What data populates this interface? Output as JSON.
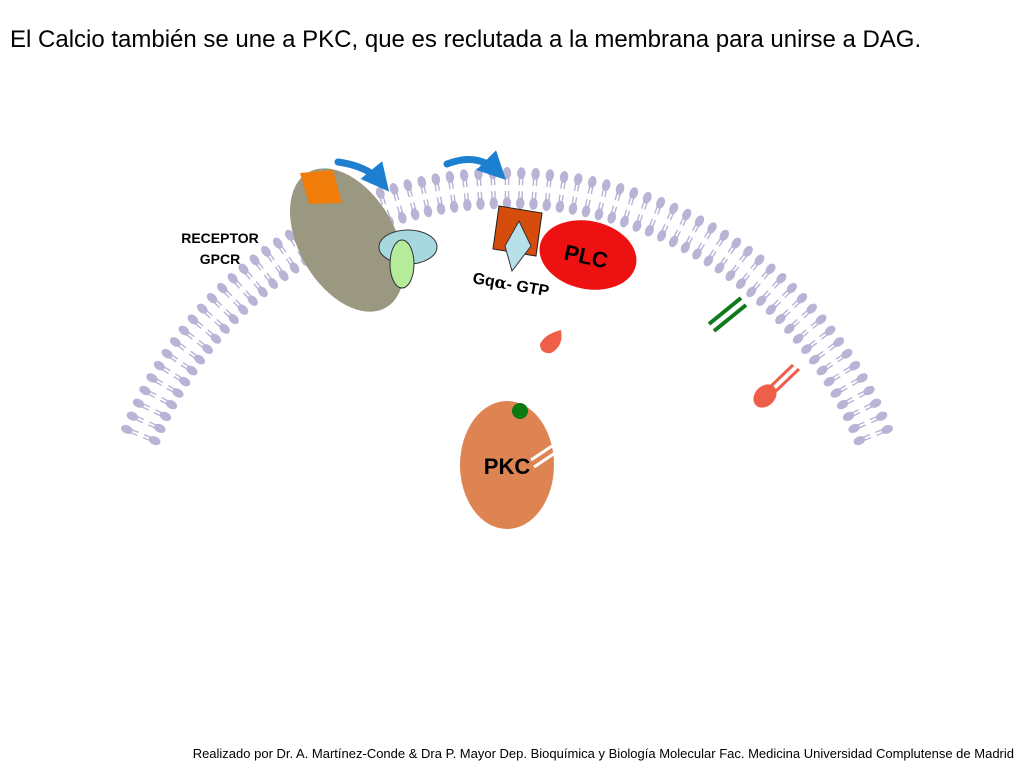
{
  "slide": {
    "title": "El Calcio también se une a PKC, que es reclutada a la membrana para unirse a DAG.",
    "credits": "Realizado por Dr. A. Martínez-Conde & Dra P. Mayor Dep. Bioquímica y Biología Molecular Fac. Medicina Universidad Complutense de Madrid"
  },
  "labels": {
    "receptor_line1": "RECEPTOR",
    "receptor_line2": "GPCR",
    "plc": "PLC",
    "gq_prefix": "Gq",
    "gq_alpha": "α",
    "gq_suffix": "- GTP",
    "pkc": "PKC"
  },
  "colors": {
    "membrane_lipid": "#b9b3d6",
    "receptor": "#9a9880",
    "ligand": "#f07c0a",
    "arrow": "#1d7fd0",
    "g_beta": "#a7d8df",
    "g_gamma": "#b4ec9a",
    "gq_alpha_square": "#d64c0c",
    "gdp_gtp_diamond": "#b7e0e8",
    "plc": "#ee1111",
    "dag": "#0f7a1b",
    "ip3": "#ef5e48",
    "pkc": "#de8452",
    "calcium": "#0a7a10"
  }
}
